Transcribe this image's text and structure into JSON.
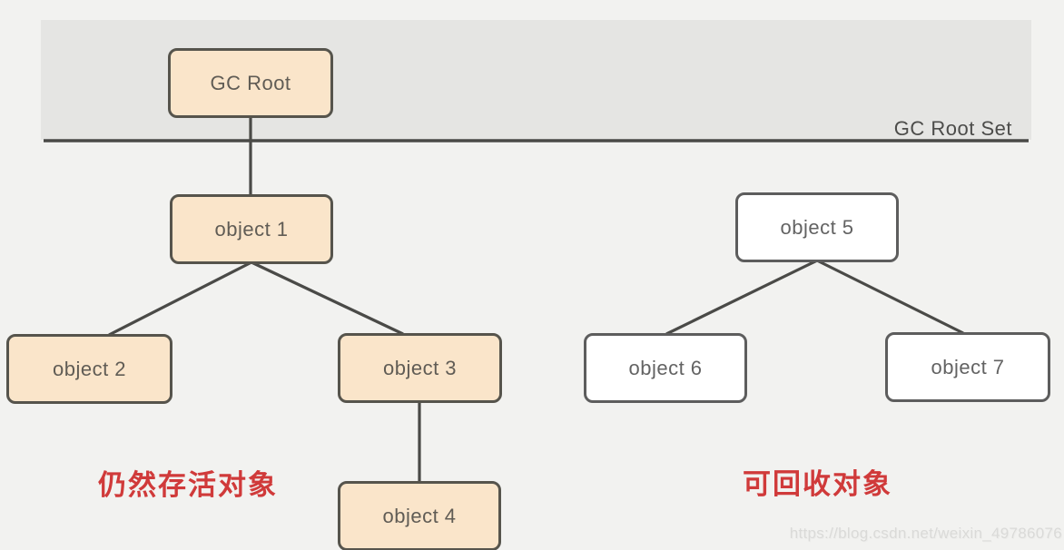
{
  "diagram": {
    "root_set_label": "GC Root Set",
    "node_labels": {
      "gc_root": "GC Root",
      "object1": "object 1",
      "object2": "object 2",
      "object3": "object 3",
      "object4": "object 4",
      "object5": "object 5",
      "object6": "object 6",
      "object7": "object 7"
    },
    "groups": {
      "alive_nodes": [
        "GC Root",
        "object 1",
        "object 2",
        "object 3",
        "object 4"
      ],
      "collectible_nodes": [
        "object 5",
        "object 6",
        "object 7"
      ]
    },
    "edges": [
      [
        "GC Root",
        "object 1"
      ],
      [
        "object 1",
        "object 2"
      ],
      [
        "object 1",
        "object 3"
      ],
      [
        "object 3",
        "object 4"
      ],
      [
        "object 5",
        "object 6"
      ],
      [
        "object 5",
        "object 7"
      ]
    ],
    "annotations": {
      "alive": "仍然存活对象",
      "collectible": "可回收对象"
    },
    "watermark": "https://blog.csdn.net/weixin_49786076",
    "colors": {
      "background": "#f2f2f0",
      "root_band": "#e5e5e3",
      "alive_node_fill": "#fae5ca",
      "alive_node_border": "#56544c",
      "collectible_node_fill": "#ffffff",
      "collectible_node_border": "#5d5d5d",
      "edge_line": "#4a4a47",
      "annotation_red": "#d03a3a"
    }
  }
}
